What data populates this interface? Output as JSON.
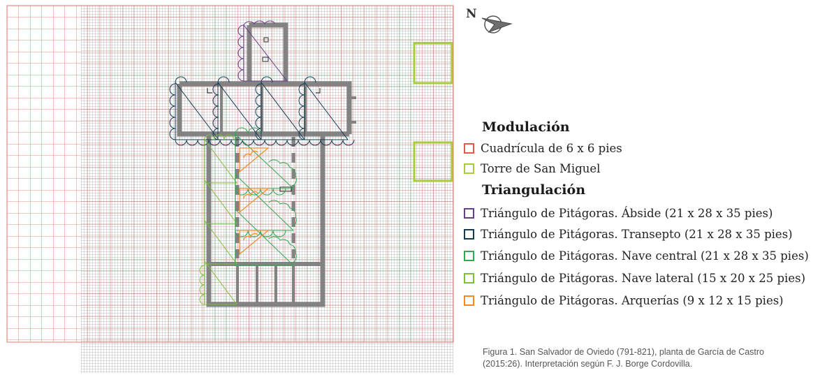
{
  "north_label": "N",
  "legend": {
    "modulacion_heading": "Modulación",
    "modulacion_items": [
      {
        "label": "Cuadrícula de 6 x 6 pies",
        "color": "#e05a4e"
      },
      {
        "label": "Torre de San Miguel",
        "color": "#a8cc3c"
      }
    ],
    "triangulacion_heading": "Triangulación",
    "triangulacion_items": [
      {
        "label": "Triángulo de Pitágoras. Ábside (21 x 28 x 35 pies)",
        "color": "#6a3d8a"
      },
      {
        "label": "Triángulo de Pitágoras. Transepto (21 x 28 x 35 pies)",
        "color": "#143c55"
      },
      {
        "label": "Triángulo de Pitágoras. Nave central (21 x 28 x 35 pies)",
        "color": "#2fa84f"
      },
      {
        "label": "Triángulo de Pitágoras. Nave lateral (15 x 20 x 25 pies)",
        "color": "#7bbf3a"
      },
      {
        "label": "Triángulo de Pitágoras. Arquerías (9 x 12 x 15 pies)",
        "color": "#f08a24"
      }
    ]
  },
  "caption": "Figura 1. San Salvador de Oviedo (791-821), planta de García de Castro (2015:26). Interpretación según F. J. Borge Cordovilla.",
  "colors": {
    "grid": "#e05a4e",
    "fine_grid": "#6f6f6f",
    "walls": "#7a7a7a",
    "apse": "#6a3d8a",
    "transept": "#143c55",
    "nave_central": "#2fa84f",
    "nave_lateral": "#7bbf3a",
    "arquerias": "#f08a24",
    "tower": "#a8cc3c"
  }
}
